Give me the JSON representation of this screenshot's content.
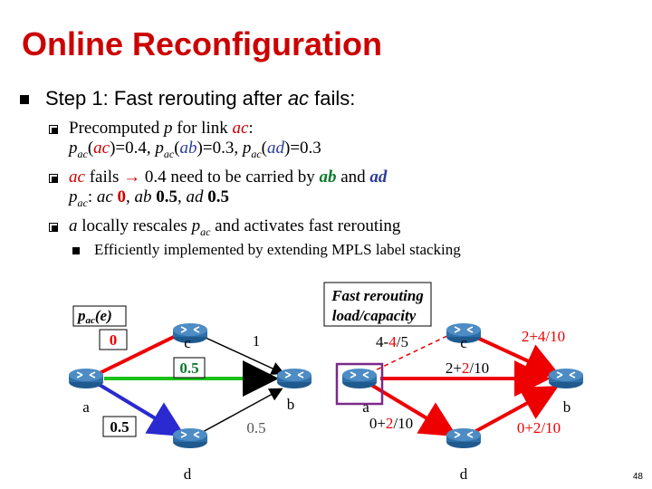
{
  "slide": {
    "title": "Online Reconfiguration",
    "step": "Step 1: Fast rerouting after ",
    "step_ac": "ac",
    "step_end": " fails:",
    "b1_a": "Precomputed ",
    "b1_p": "p",
    "b1_b": " for link ",
    "b1_ac": "ac",
    "b1_c": ":",
    "b1_line2_p": "p",
    "b1_line2_sub": "ac",
    "b1_line2_a": "(",
    "b1_line2_ac": "ac",
    "b1_line2_b": ")=0.4, ",
    "b1_line2_p2": "p",
    "b1_line2_sub2": "ac",
    "b1_line2_c": "(",
    "b1_line2_ab": "ab",
    "b1_line2_d": ")=0.3, ",
    "b1_line2_p3": "p",
    "b1_line2_sub3": "ac",
    "b1_line2_e": "(",
    "b1_line2_ad": "ad",
    "b1_line2_f": ")=0.3",
    "b2_ac": "ac",
    "b2_a": " fails ",
    "b2_arrow": "→",
    "b2_b": " 0.4 need to be carried by ",
    "b2_ab": "ab",
    "b2_c": " and ",
    "b2_ad": "ad",
    "b2_line2_p": "p",
    "b2_line2_sub": "ac",
    "b2_line2_a": ": ",
    "b2_line2_ac": "ac",
    "b2_line2_b": " 0",
    "b2_line2_c": ", ",
    "b2_line2_ab": "ab",
    "b2_line2_d": " 0.5",
    "b2_line2_e": ", ",
    "b2_line2_ad": "ad",
    "b2_line2_f": " 0.5",
    "b3_a": "a",
    "b3_b": " locally rescales ",
    "b3_p": "p",
    "b3_sub": "ac",
    "b3_c": " and activates fast rerouting",
    "sub": "Efficiently implemented by extending MPLS label stacking",
    "page": "48"
  },
  "diagram": {
    "legend_p": "p",
    "legend_sub": "ac",
    "legend_e": "(e)",
    "fr_1": "Fast rerouting",
    "fr_2": "load/capacity",
    "left": {
      "ac_val": "0",
      "c_label": "c",
      "cb_val": "1",
      "ab_val": "0.5",
      "a_label": "a",
      "b_label": "b",
      "ad_val": "0.5",
      "db_val": "0.5",
      "d_label": "d"
    },
    "right": {
      "ac_a": "4-",
      "ac_b": "4",
      "ac_c": "/5",
      "c_label": "c",
      "cb_a": "2+",
      "cb_b": "4",
      "cb_c": "/10",
      "ab_a": "2+",
      "ab_b": "2",
      "ab_c": "/10",
      "a_label": "a",
      "b_label": "b",
      "ad_a": "0+",
      "ad_b": "2",
      "ad_c": "/10",
      "db_a": "0+",
      "db_b": "2",
      "db_c": "/10",
      "d_label": "d"
    },
    "colors": {
      "red": "#ee0000",
      "green": "#18c018",
      "blue": "#2a2ad0",
      "router": "#2f6fa8",
      "highlight": "#7a2a8a"
    }
  }
}
